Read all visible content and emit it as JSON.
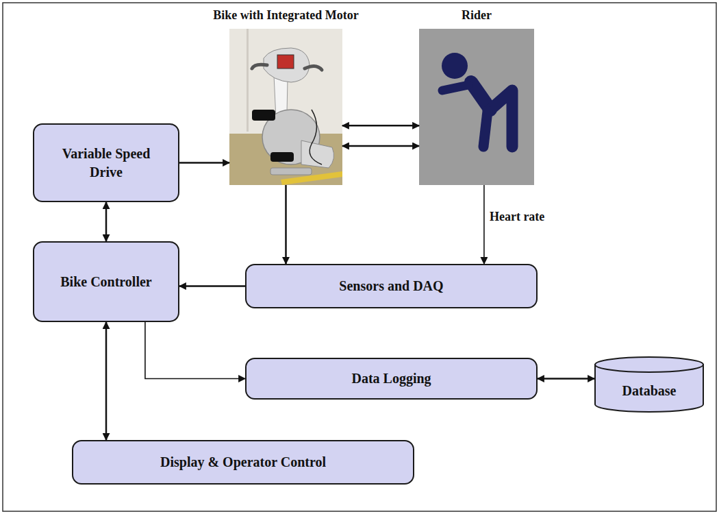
{
  "diagram": {
    "nodes": [
      {
        "text": [
          "Bike with Integrated Motor"
        ]
      },
      {
        "text": [
          "Rider"
        ]
      },
      {
        "text": [
          "Variable Speed Drive"
        ]
      },
      {
        "text": [
          "Bike Controller"
        ]
      },
      {
        "text": [
          "Sensors and DAQ"
        ]
      },
      {
        "text": [
          "Data Logging"
        ]
      },
      {
        "text": [
          "Database"
        ]
      },
      {
        "text": [
          "Display & Operator Control"
        ]
      }
    ],
    "edges": [
      {
        "from": 2,
        "to": 0,
        "arrow": "to"
      },
      {
        "from": 0,
        "to": 1,
        "arrow": "both"
      },
      {
        "from": 0,
        "to": 1,
        "arrow": "both"
      },
      {
        "from": 2,
        "to": 3,
        "arrow": "both"
      },
      {
        "from": 0,
        "to": 4,
        "arrow": "to"
      },
      {
        "from": 1,
        "to": 4,
        "label": "Heart rate",
        "arrow": "to"
      },
      {
        "from": 4,
        "to": 3,
        "arrow": "to"
      },
      {
        "from": 3,
        "to": 5,
        "arrow": "to"
      },
      {
        "from": 5,
        "to": 6,
        "arrow": "both"
      },
      {
        "from": 3,
        "to": 7,
        "arrow": "both"
      }
    ]
  }
}
